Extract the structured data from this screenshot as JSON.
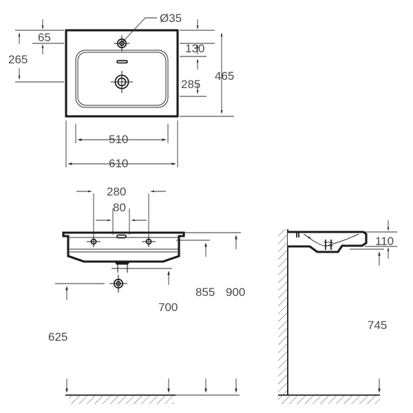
{
  "drawing": {
    "title": "Washbasin technical dimension drawing",
    "units": "mm",
    "line_color": "#1a1a1a",
    "dim_color": "#4a4a4a",
    "hatch_color": "#555555",
    "background": "#ffffff",
    "views": [
      {
        "name": "top-view",
        "label": ""
      },
      {
        "name": "front-view",
        "label": ""
      },
      {
        "name": "side-view",
        "label": ""
      }
    ],
    "top_view": {
      "overall_width": "610",
      "basin_width": "510",
      "overall_depth": "465",
      "tap_hole_diameter": "Ø35",
      "tap_hole_from_rear": "65",
      "tap_hole_to_left_edge": "265",
      "front_to_tap_centre": "130",
      "drain_from_tap_row": "285",
      "dims": [
        {
          "name": "dim-65",
          "value": "65"
        },
        {
          "name": "dim-265",
          "value": "265"
        },
        {
          "name": "dim-dia-35",
          "value": "Ø35"
        },
        {
          "name": "dim-130",
          "value": "130"
        },
        {
          "name": "dim-285",
          "value": "285"
        },
        {
          "name": "dim-465",
          "value": "465"
        },
        {
          "name": "dim-510",
          "value": "510"
        },
        {
          "name": "dim-610",
          "value": "610"
        }
      ]
    },
    "front_view": {
      "tap_hole_spacing_outer": "280",
      "drain_slot_width": "80",
      "height_to_waste": "625",
      "height_to_trap": "700",
      "height_to_rim_underside": "855",
      "height_to_rim_top": "900",
      "dims": [
        {
          "name": "dim-280",
          "value": "280"
        },
        {
          "name": "dim-80",
          "value": "80"
        },
        {
          "name": "dim-625",
          "value": "625"
        },
        {
          "name": "dim-700",
          "value": "700"
        },
        {
          "name": "dim-855",
          "value": "855"
        },
        {
          "name": "dim-900",
          "value": "900"
        }
      ]
    },
    "side_view": {
      "basin_height": "110",
      "height_to_basin_underside": "745",
      "dims": [
        {
          "name": "dim-110",
          "value": "110"
        },
        {
          "name": "dim-745",
          "value": "745"
        }
      ]
    }
  }
}
